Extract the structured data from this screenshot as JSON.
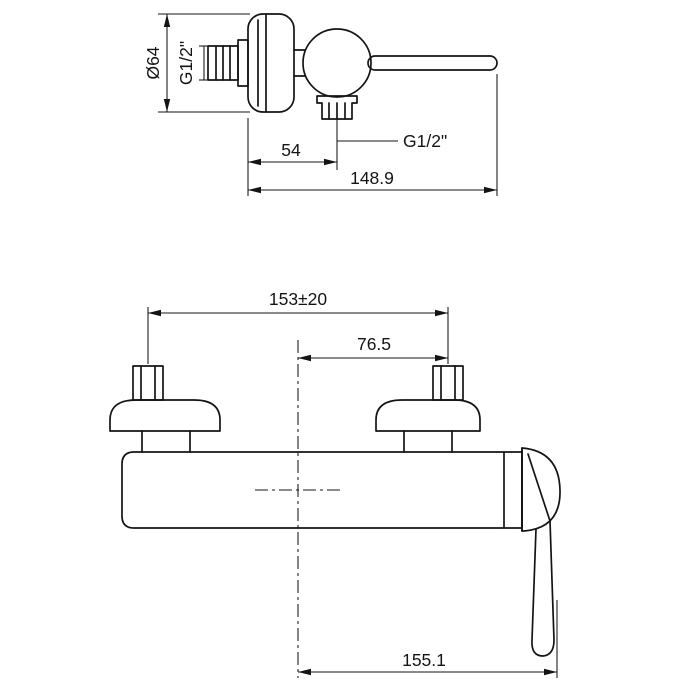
{
  "drawing": {
    "top_view": {
      "flange_diameter_label": "Ø64",
      "inlet_thread_label": "G1/2\"",
      "outlet_thread_label": "G1/2\"",
      "wall_to_outlet_label": "54",
      "overall_length_label": "148.9"
    },
    "front_view": {
      "connection_centers_label": "153±20",
      "center_to_connection_label": "76.5",
      "lever_reach_label": "155.1"
    }
  }
}
